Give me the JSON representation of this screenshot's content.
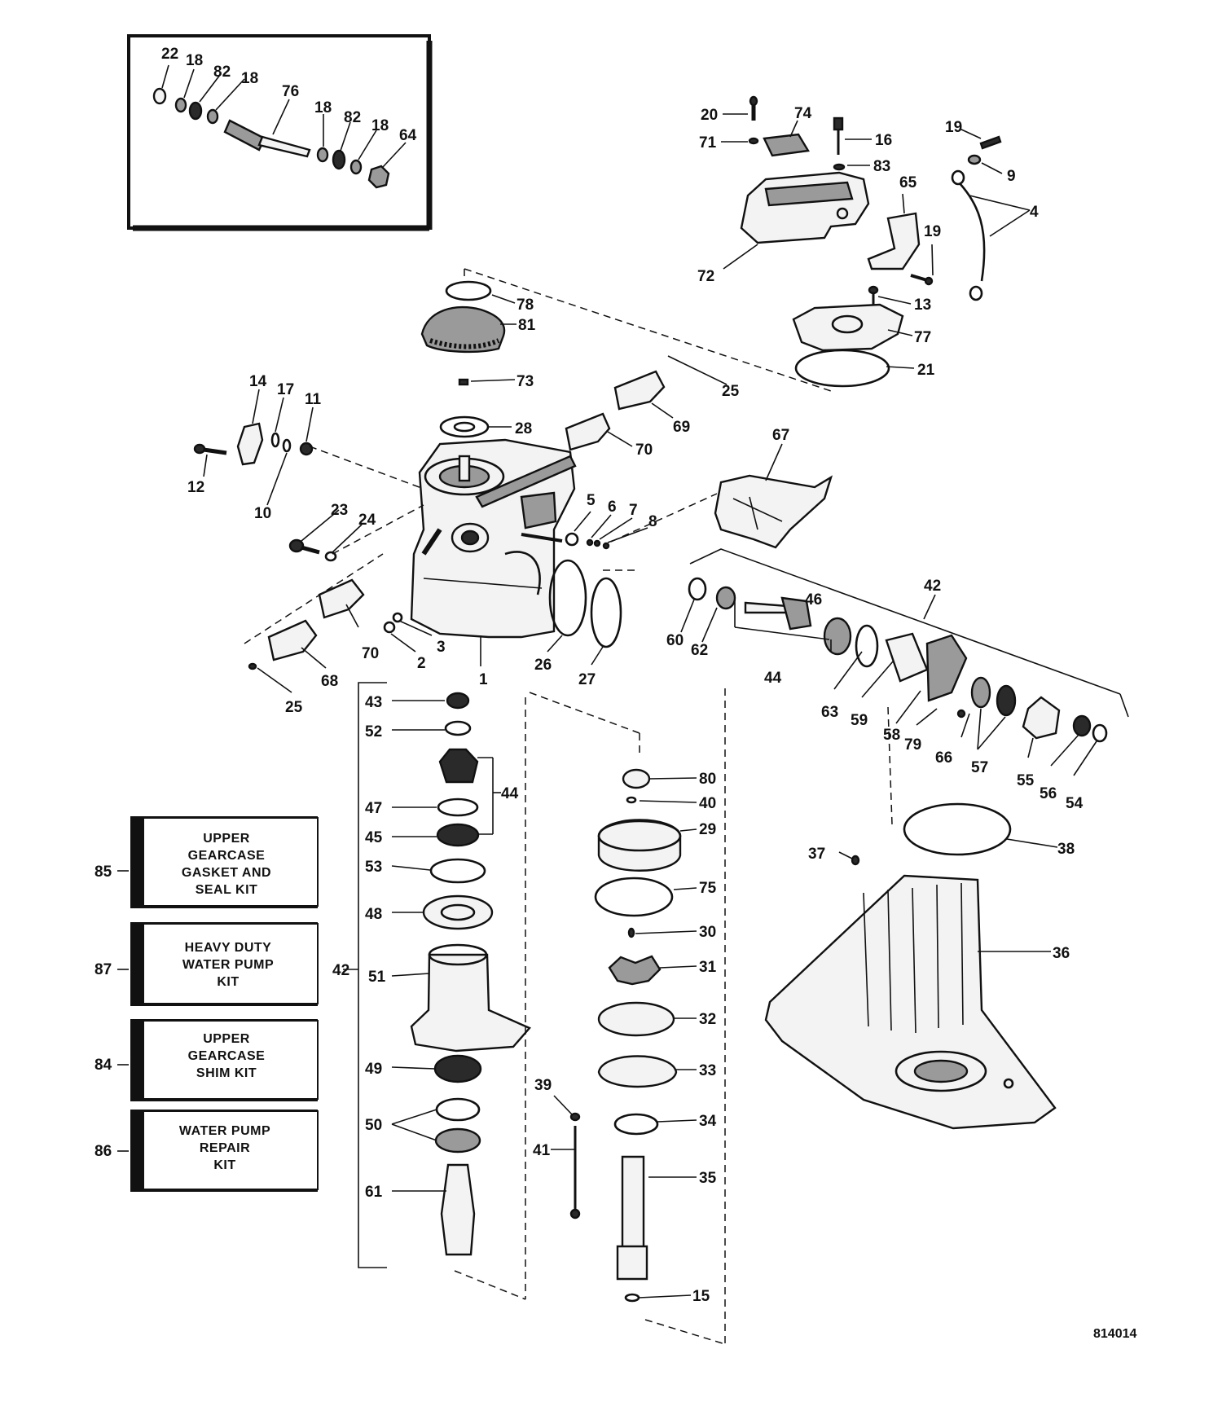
{
  "diagram_id": "814014",
  "kits": [
    {
      "number": "85",
      "line1": "UPPER",
      "line2": "GEARCASE",
      "line3": "GASKET AND",
      "line4": "SEAL KIT"
    },
    {
      "number": "87",
      "line1": "HEAVY DUTY",
      "line2": "WATER PUMP",
      "line3": "KIT",
      "line4": ""
    },
    {
      "number": "84",
      "line1": "UPPER",
      "line2": "GEARCASE",
      "line3": "SHIM KIT",
      "line4": ""
    },
    {
      "number": "86",
      "line1": "WATER PUMP",
      "line2": "REPAIR",
      "line3": "KIT",
      "line4": ""
    }
  ],
  "inset_labels": [
    "22",
    "18",
    "82",
    "18",
    "76",
    "18",
    "82",
    "18",
    "64"
  ],
  "part_labels": [
    "20",
    "74",
    "16",
    "71",
    "83",
    "19",
    "9",
    "4",
    "65",
    "72",
    "19",
    "13",
    "77",
    "21",
    "78",
    "81",
    "73",
    "25",
    "69",
    "28",
    "70",
    "14",
    "17",
    "11",
    "12",
    "10",
    "23",
    "24",
    "67",
    "5",
    "6",
    "7",
    "8",
    "70",
    "68",
    "25",
    "2",
    "3",
    "1",
    "26",
    "27",
    "42",
    "60",
    "62",
    "46",
    "44",
    "63",
    "59",
    "58",
    "79",
    "66",
    "57",
    "55",
    "56",
    "54",
    "43",
    "52",
    "44",
    "47",
    "45",
    "53",
    "48",
    "42",
    "51",
    "49",
    "50",
    "61",
    "80",
    "40",
    "29",
    "75",
    "30",
    "31",
    "32",
    "33",
    "34",
    "35",
    "15",
    "39",
    "41",
    "37",
    "38",
    "36"
  ]
}
